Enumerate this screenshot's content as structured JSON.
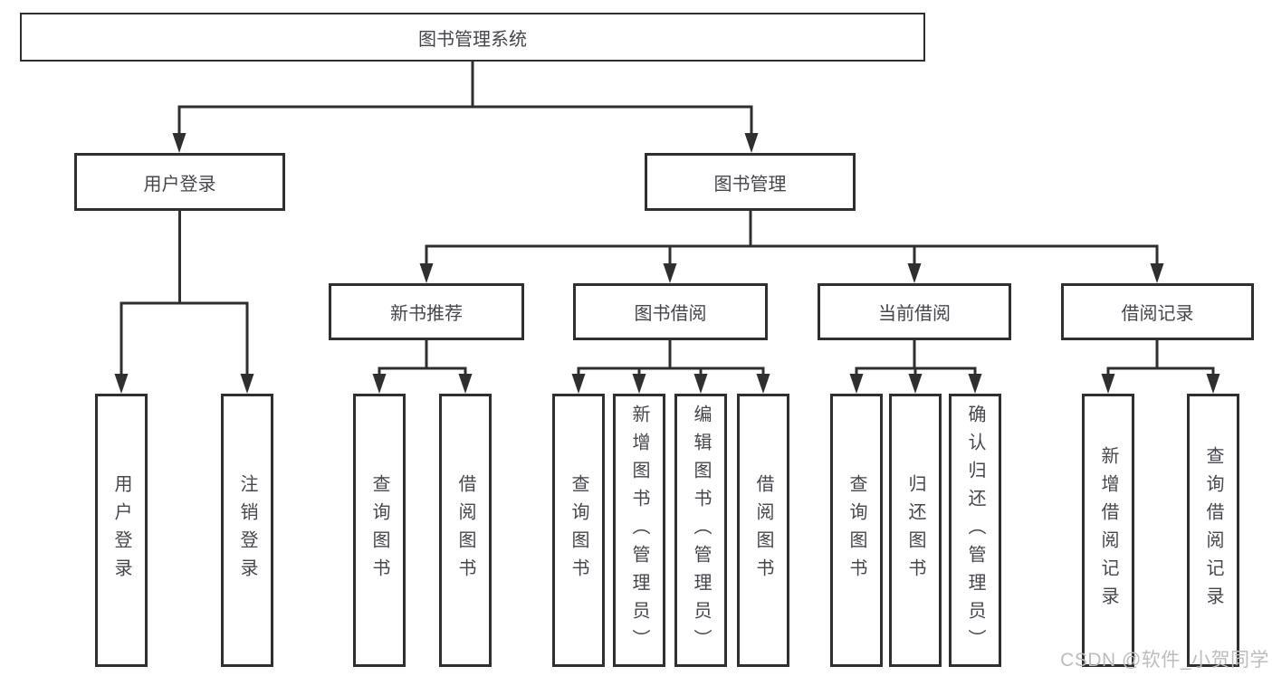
{
  "tree": {
    "root": {
      "label": "图书管理系统"
    },
    "user_login": {
      "label": "用户登录",
      "children": [
        {
          "label": "用户登录"
        },
        {
          "label": "注销登录"
        }
      ]
    },
    "book_mgmt": {
      "label": "图书管理",
      "sections": [
        {
          "label": "新书推荐",
          "children": [
            {
              "label": "查询图书"
            },
            {
              "label": "借阅图书"
            }
          ]
        },
        {
          "label": "图书借阅",
          "children": [
            {
              "label": "查询图书"
            },
            {
              "label": "新增图书（管理员）"
            },
            {
              "label": "编辑图书（管理员）"
            },
            {
              "label": "借阅图书"
            }
          ]
        },
        {
          "label": "当前借阅",
          "children": [
            {
              "label": "查询图书"
            },
            {
              "label": "归还图书"
            },
            {
              "label": "确认归还（管理员）"
            }
          ]
        },
        {
          "label": "借阅记录",
          "children": [
            {
              "label": "新增借阅记录"
            },
            {
              "label": "查询借阅记录"
            }
          ]
        }
      ]
    }
  },
  "watermark": {
    "text": "CSDN @软件_小贺同学"
  },
  "colors": {
    "line": "#2f2f2f",
    "text": "#46464c",
    "background": "#ffffff",
    "watermark": "#bcbcbc"
  }
}
